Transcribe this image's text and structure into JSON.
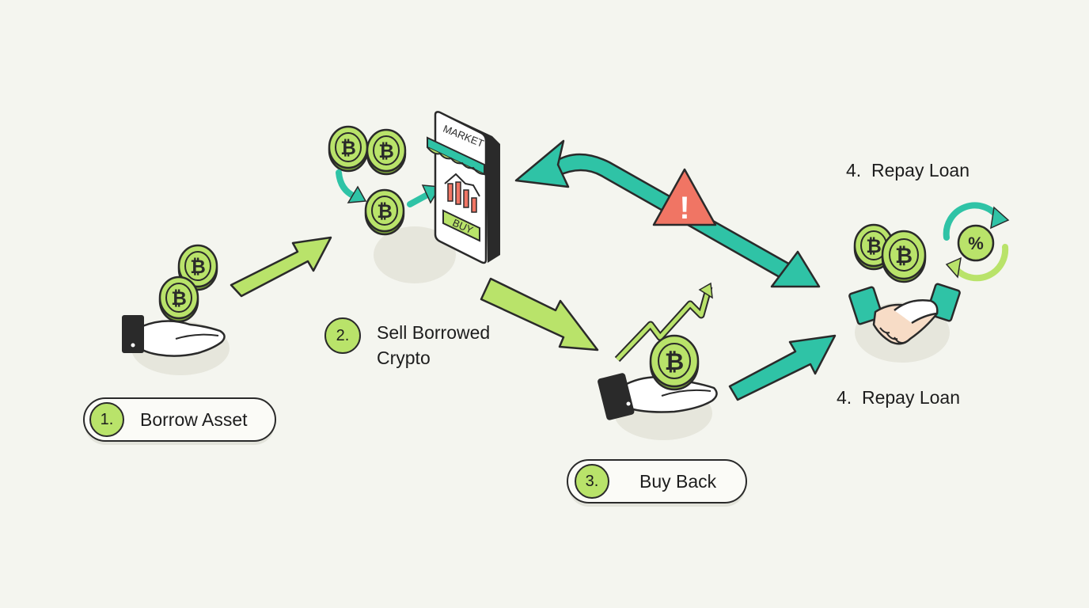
{
  "steps": {
    "borrow": {
      "num": "1.",
      "label": "Borrow Asset"
    },
    "sell": {
      "num": "2.",
      "label_line1": "Sell Borrowed",
      "label_line2": "Crypto"
    },
    "buyback": {
      "num": "3.",
      "label": "Buy Back"
    },
    "repay_top": {
      "num": "4.",
      "label": "Repay Loan"
    },
    "repay_bottom": {
      "num": "4.",
      "label": "Repay Loan"
    }
  },
  "market": {
    "sign": "MARKET",
    "button": "BUY"
  },
  "icons": {
    "coin_symbol": "₿",
    "percent_symbol": "%",
    "warning_symbol": "!"
  },
  "colors": {
    "lime": "#b9e36a",
    "teal": "#2fc3a6",
    "warning": "#f07564",
    "outline": "#2a2a2a",
    "background": "#f4f5ef"
  }
}
